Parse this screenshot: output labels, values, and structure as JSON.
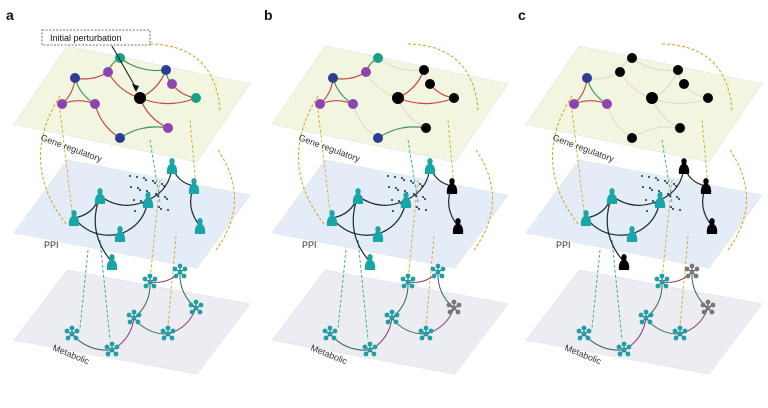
{
  "figure": {
    "panels": [
      {
        "letter": "a",
        "layer_labels": [
          "Gene regulatory",
          "PPI",
          "Metabolic"
        ],
        "state": "perturbation"
      },
      {
        "letter": "b",
        "layer_labels": [
          "Gene regulatory",
          "PPI",
          "Metabolic"
        ],
        "state": "spreading"
      },
      {
        "letter": "c",
        "layer_labels": [
          "Gene regulatory",
          "PPI",
          "Metabolic"
        ],
        "state": "disrupted"
      }
    ],
    "callout": "Initial perturbation",
    "colors": {
      "gene_layer": "#eef3d6",
      "ppi_layer": "#dbe8f5",
      "metabolic_layer": "#e6e6ef",
      "edge_red": "#c0392b",
      "edge_green": "#2e8b57",
      "edge_dashed": "#d4a017",
      "node_purple": "#8e44ad",
      "node_blue": "#2c3e91",
      "node_teal": "#1aa39a",
      "node_green": "#16a085",
      "node_black": "#000000",
      "protein_teal": "#19a6a8",
      "metabolite_teal": "#1e9fa3",
      "ppi_edge_dark": "#1b2a2a"
    }
  }
}
